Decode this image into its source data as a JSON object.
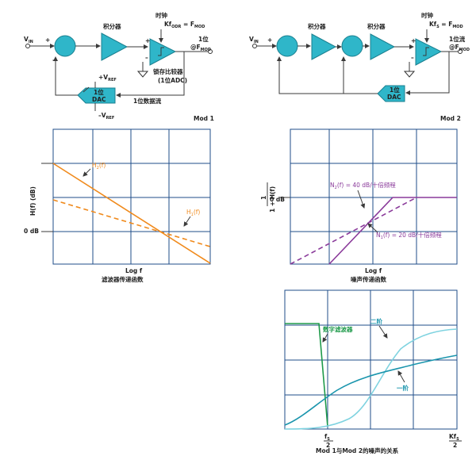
{
  "colors": {
    "block_fill": "#2fb6c9",
    "grid_line": "#1f4e8a",
    "orange": "#f08a1c",
    "purple": "#8a3a9a",
    "green": "#1e9a4a",
    "cyan_light": "#7fd3e0",
    "cyan_dark": "#1a95ad"
  },
  "mod1": {
    "vin": "V",
    "vin_sub": "IN",
    "plus": "+",
    "minus": "–",
    "integrator": "积分器",
    "clock": "时钟",
    "kf_main": "Kf",
    "kf_sub": "ODR",
    "kf_eq": " = F",
    "kf_mod": "MOD",
    "out_1": "1位",
    "out_2": "@F",
    "out_2_sub": "MOD",
    "comp_1": "锁存比较器",
    "comp_2": "(1位ADC)",
    "vref_pos": "+V",
    "vref_pos_sub": "REF",
    "vref_neg": "–V",
    "vref_neg_sub": "REF",
    "dac_1": "1位",
    "dac_2": "DAC",
    "bitstream": "1位数据流",
    "label": "Mod 1"
  },
  "mod2": {
    "vin": "V",
    "vin_sub": "IN",
    "plus": "+",
    "minus": "–",
    "integrator_1": "积分器",
    "integrator_2": "积分器",
    "clock": "时钟",
    "kf_main": "Kf",
    "kf_sub": "S",
    "kf_eq": " = F",
    "kf_mod": "MOD",
    "out_1": "1位流",
    "out_2": "@F",
    "out_2_sub": "MOD",
    "dac_1": "1位",
    "dac_2": "DAC",
    "label": "Mod 2"
  },
  "chart_filter": {
    "y_axis": "H(f) (dB)",
    "zero_db": "0 dB",
    "h2": "H",
    "h2_sub": "2",
    "h2_tail": "(f)",
    "h1": "H",
    "h1_sub": "1",
    "h1_tail": "(f)",
    "x_axis": "Log f",
    "caption": "滤波器传递函数"
  },
  "chart_noise": {
    "y_num": "1",
    "y_den": "1 + H(f)",
    "zero_db": "0 dB",
    "n2": "N",
    "n2_sub": "2",
    "n2_tail": "(f) = 40 dB/十倍频程",
    "n1": "N",
    "n1_sub": "1",
    "n1_tail": "(f) = 20 dB/十倍频程",
    "x_axis": "Log f",
    "caption": "噪声传递函数"
  },
  "chart_compare": {
    "digital_filter": "数字滤波器",
    "second_order": "二阶",
    "first_order": "一阶",
    "tick_fs": "f",
    "tick_fs_sub": "S",
    "tick_fs_den": "2",
    "tick_kfs": "Kf",
    "tick_kfs_sub": "S",
    "tick_kfs_den": "2",
    "caption": "Mod 1与Mod 2的噪声的关系"
  }
}
